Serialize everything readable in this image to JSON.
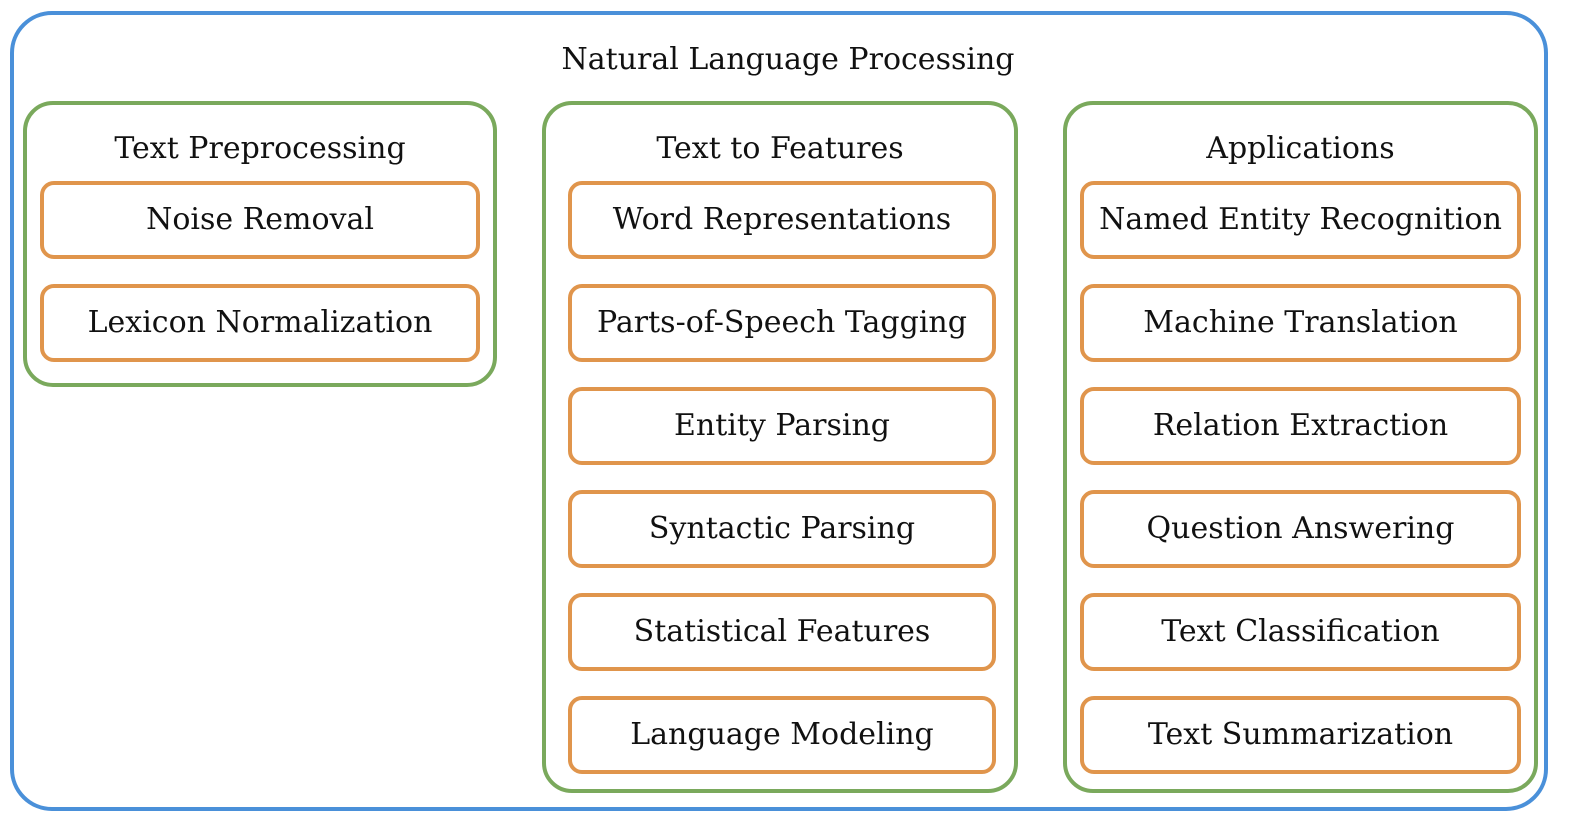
{
  "title": "Natural Language Processing",
  "colors": {
    "outer_border": "#4a90d9",
    "group_border": "#7aa95c",
    "item_border": "#e0954c"
  },
  "groups": [
    {
      "title": "Text Preprocessing",
      "items": [
        "Noise Removal",
        "Lexicon Normalization"
      ]
    },
    {
      "title": "Text to Features",
      "items": [
        "Word Representations",
        "Parts-of-Speech Tagging",
        "Entity Parsing",
        "Syntactic Parsing",
        "Statistical Features",
        "Language Modeling"
      ]
    },
    {
      "title": "Applications",
      "items": [
        "Named Entity Recognition",
        "Machine Translation",
        "Relation Extraction",
        "Question Answering",
        "Text Classification",
        "Text Summarization"
      ]
    }
  ]
}
